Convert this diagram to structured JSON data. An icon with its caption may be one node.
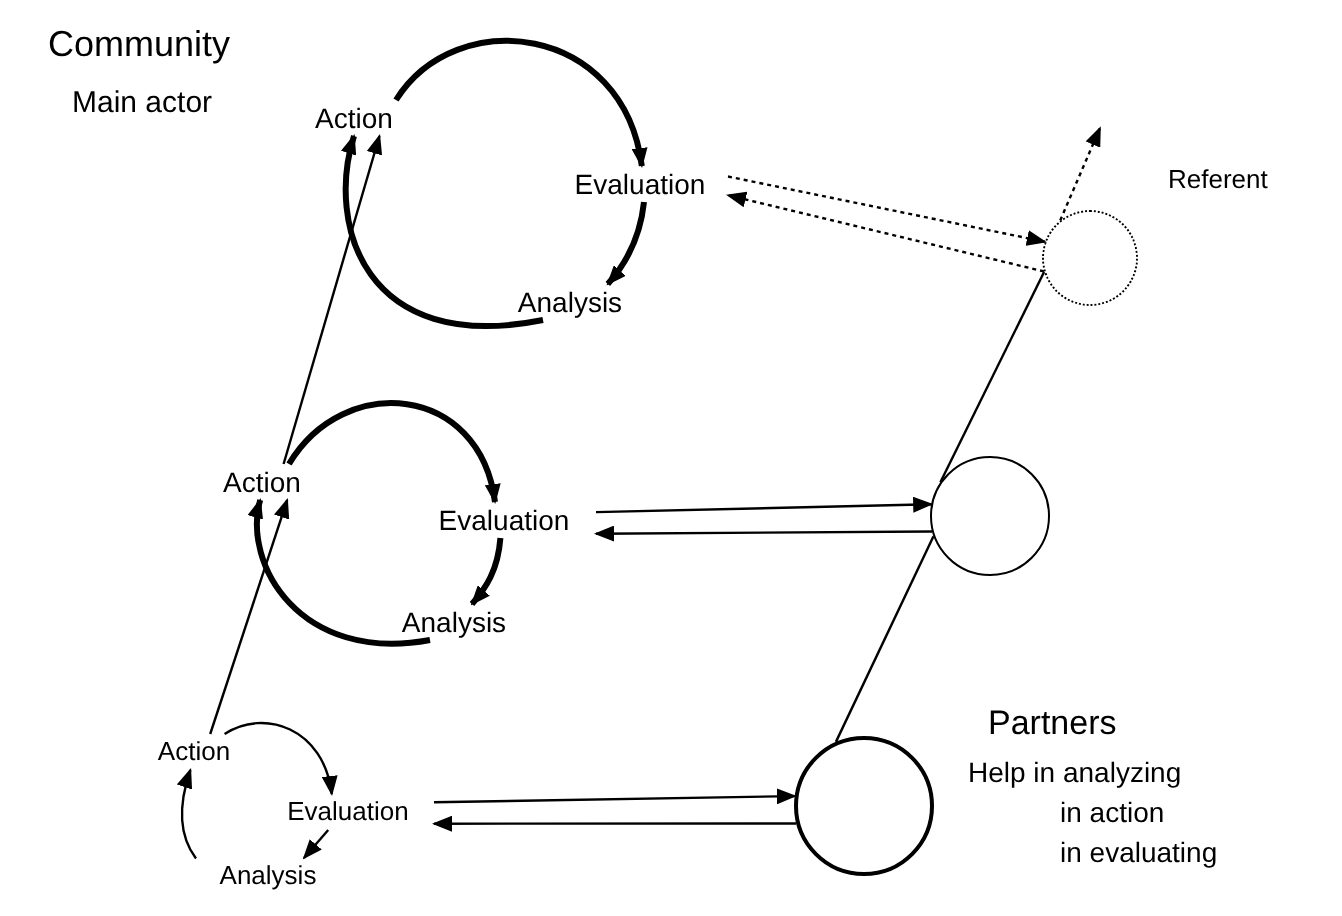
{
  "diagram": {
    "nodes": [
      {
        "text": [
          "Action"
        ]
      },
      {
        "text": [
          "Evaluation"
        ]
      },
      {
        "text": [
          "Analysis"
        ]
      },
      {
        "text": [
          "Action"
        ]
      },
      {
        "text": [
          "Evaluation"
        ]
      },
      {
        "text": [
          "Analysis"
        ]
      },
      {
        "text": [
          "Action"
        ]
      },
      {
        "text": [
          "Evaluation"
        ]
      },
      {
        "text": [
          "Analysis"
        ]
      },
      {
        "text": [],
        "shape": "circle"
      },
      {
        "text": [],
        "shape": "circle"
      },
      {
        "text": [],
        "shape": "circle"
      }
    ],
    "edges": [
      {
        "from": 0,
        "to": 1,
        "arrow": "to",
        "style": "thick"
      },
      {
        "from": 1,
        "to": 2,
        "arrow": "to",
        "style": "thick"
      },
      {
        "from": 2,
        "to": 0,
        "arrow": "to",
        "style": "thick"
      },
      {
        "from": 3,
        "to": 4,
        "arrow": "to",
        "style": "thick"
      },
      {
        "from": 4,
        "to": 5,
        "arrow": "to",
        "style": "thick"
      },
      {
        "from": 5,
        "to": 3,
        "arrow": "to",
        "style": "thick"
      },
      {
        "from": 6,
        "to": 7,
        "arrow": "to"
      },
      {
        "from": 7,
        "to": 8,
        "arrow": "to"
      },
      {
        "from": 8,
        "to": 6,
        "arrow": "to"
      },
      {
        "from": 3,
        "to": 0,
        "arrow": "to"
      },
      {
        "from": 6,
        "to": 3,
        "arrow": "to"
      },
      {
        "from": 1,
        "to": 9,
        "arrow": "to",
        "style": "dashed"
      },
      {
        "from": 9,
        "to": 1,
        "arrow": "to",
        "style": "dashed"
      },
      {
        "from": 4,
        "to": 10,
        "arrow": "to"
      },
      {
        "from": 10,
        "to": 4,
        "arrow": "to"
      },
      {
        "from": 7,
        "to": 11,
        "arrow": "to"
      },
      {
        "from": 11,
        "to": 7,
        "arrow": "to"
      },
      {
        "from": 11,
        "to": 10,
        "arrow": "none"
      },
      {
        "from": 10,
        "to": 9,
        "arrow": "none"
      },
      {
        "from": 9,
        "to": null,
        "arrow": "to",
        "style": "dashed"
      }
    ],
    "labels": [
      "Community",
      "Main actor",
      "Referent",
      "Partners",
      "Help in analyzing",
      "in action",
      "in evaluating"
    ]
  }
}
